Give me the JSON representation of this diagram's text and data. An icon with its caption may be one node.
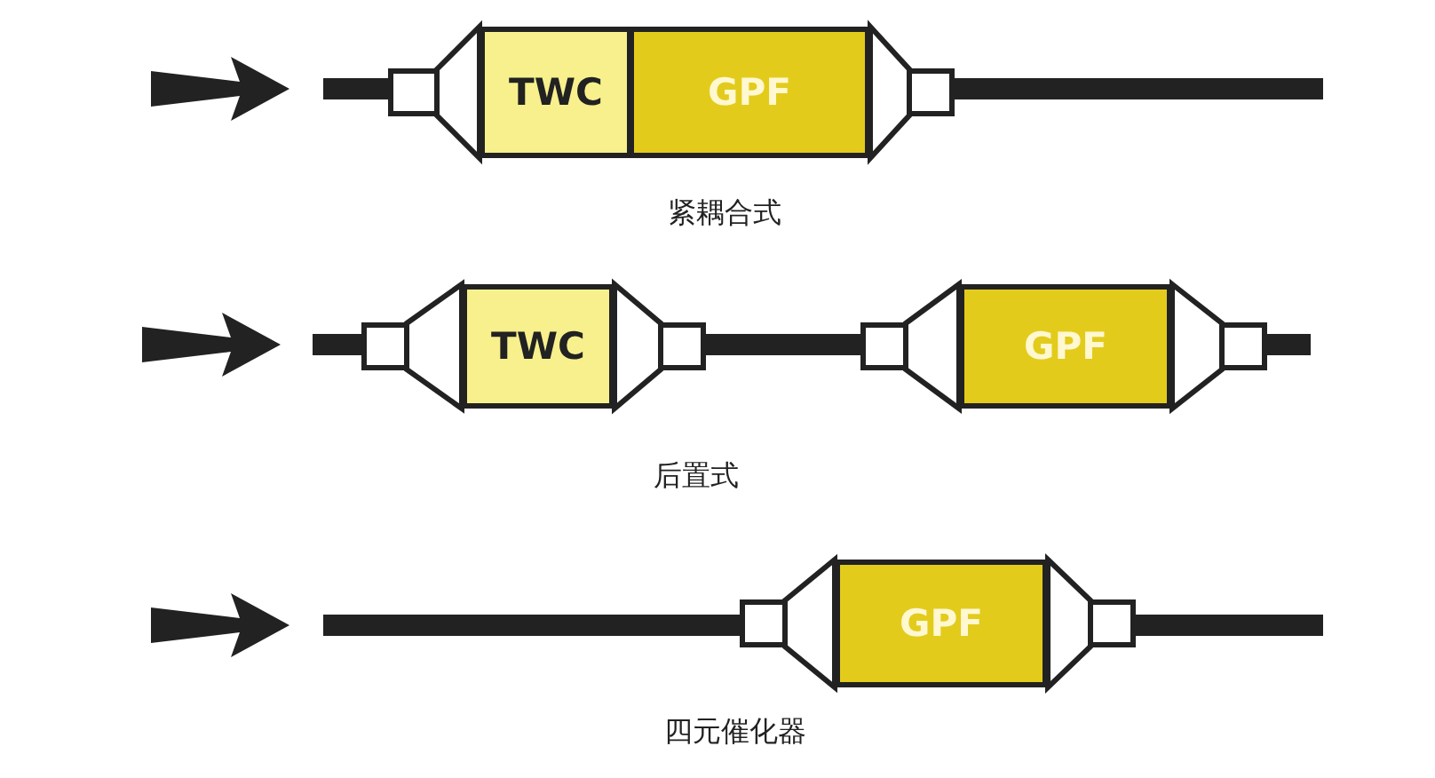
{
  "diagram": {
    "nodes": [
      {
        "text": [
          "TWC"
        ]
      },
      {
        "text": [
          "GPF"
        ]
      },
      {
        "text": [
          "TWC"
        ]
      },
      {
        "text": [
          "GPF"
        ]
      },
      {
        "text": [
          "GPF"
        ]
      }
    ],
    "labels": [
      "紧耦合式",
      "后置式",
      "四元催化器"
    ]
  }
}
